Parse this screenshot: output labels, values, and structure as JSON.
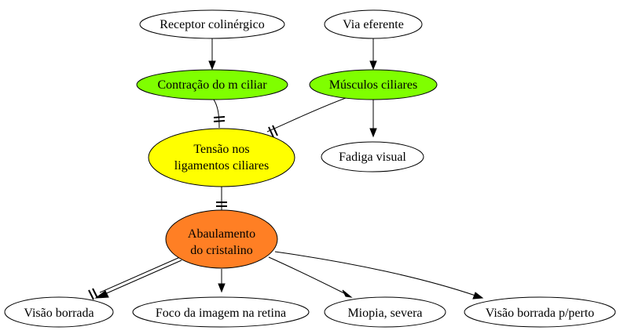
{
  "colors": {
    "white": "#ffffff",
    "green": "#7fff00",
    "yellow": "#ffff00",
    "orange": "#ff7f24",
    "stroke": "#000000"
  },
  "nodes": {
    "receptor": {
      "line1": "Receptor colinérgico",
      "fill": "#ffffff"
    },
    "via": {
      "line1": "Via eferente",
      "fill": "#ffffff"
    },
    "contracao": {
      "line1": "Contração do m ciliar",
      "fill": "#7fff00"
    },
    "musculos": {
      "line1": "Músculos ciliares",
      "fill": "#7fff00"
    },
    "tensao": {
      "line1": "Tensão nos",
      "line2": "ligamentos ciliares",
      "fill": "#ffff00"
    },
    "fadiga": {
      "line1": "Fadiga visual",
      "fill": "#ffffff"
    },
    "abaulamento": {
      "line1": "Abaulamento",
      "line2": "do cristalino",
      "fill": "#ff7f24"
    },
    "visao_borrada": {
      "line1": "Visão borrada",
      "fill": "#ffffff"
    },
    "foco": {
      "line1": "Foco da imagem na retina",
      "fill": "#ffffff"
    },
    "miopia": {
      "line1": "Miopia, severa",
      "fill": "#ffffff"
    },
    "visao_perto": {
      "line1": "Visão borrada p/perto",
      "fill": "#ffffff"
    }
  },
  "edges": [
    {
      "from": "receptor",
      "to": "contracao",
      "type": "arrow"
    },
    {
      "from": "via",
      "to": "musculos",
      "type": "arrow"
    },
    {
      "from": "contracao",
      "to": "tensao",
      "type": "inhibit"
    },
    {
      "from": "musculos",
      "to": "tensao",
      "type": "inhibit"
    },
    {
      "from": "musculos",
      "to": "fadiga",
      "type": "arrow"
    },
    {
      "from": "tensao",
      "to": "abaulamento",
      "type": "inhibit"
    },
    {
      "from": "abaulamento",
      "to": "visao_borrada",
      "type": "arrow-inhibit"
    },
    {
      "from": "abaulamento",
      "to": "foco",
      "type": "arrow"
    },
    {
      "from": "abaulamento",
      "to": "miopia",
      "type": "arrow"
    },
    {
      "from": "abaulamento",
      "to": "visao_perto",
      "type": "arrow"
    }
  ]
}
